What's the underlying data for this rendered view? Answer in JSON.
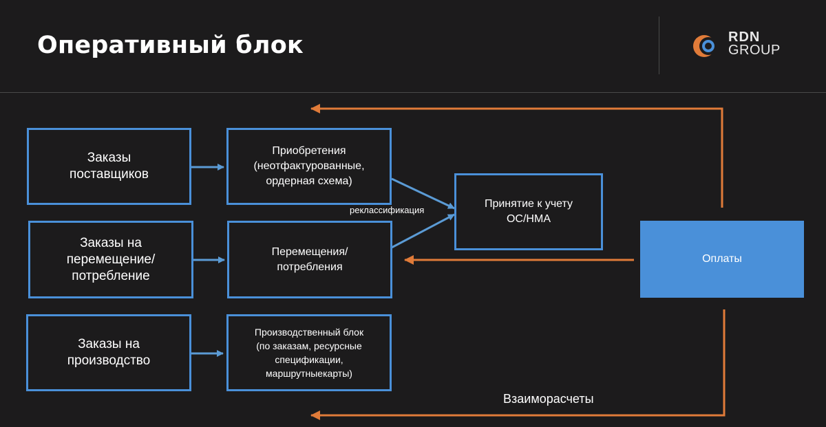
{
  "header": {
    "title": "Оперативный блок",
    "logo": {
      "line1": "RDN",
      "line2": "GROUP"
    }
  },
  "diagram": {
    "boxes": {
      "supplier_orders": "Заказы\nпоставщиков",
      "transfer_orders": "Заказы на\nперемещение/\nпотребление",
      "production_orders": "Заказы на\nпроизводство",
      "acquisitions": "Приобретения\n(неотфактурованные,\nордерная схема)",
      "transfers": "Перемещения/\nпотребления",
      "production_block": "Производственный блок\n(по заказам, ресурсные\nспецификации,\nмаршрутныекарты)",
      "asset_acceptance": "Принятие к учету\nОС/НМА",
      "payments": "Оплаты"
    },
    "labels": {
      "reclassification": "реклассификация",
      "settlements": "Взаиморасчеты"
    },
    "colors": {
      "background": "#1c1b1c",
      "box_border": "#4a90d9",
      "payments_fill": "#4a90d9",
      "orange_arrow": "#e07b39",
      "blue_arrow": "#5b9bd5"
    }
  }
}
